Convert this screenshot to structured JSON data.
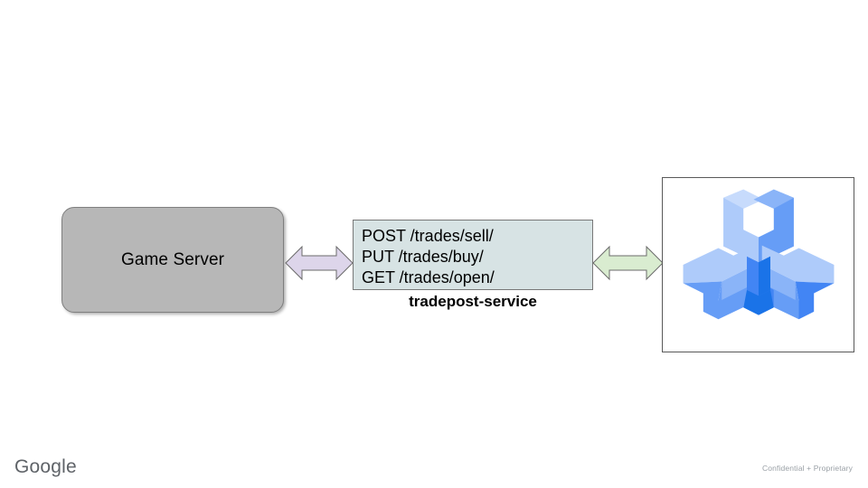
{
  "slide": {
    "background_color": "#ffffff",
    "nodes": {
      "game_server": {
        "label": "Game Server",
        "fill_color": "#b7b7b7",
        "border_color": "#7f7f7f"
      },
      "service": {
        "api_lines": [
          "POST /trades/sell/",
          "PUT /trades/buy/",
          "GET /trades/open/"
        ],
        "name": "tradepost-service",
        "fill_color": "#d7e3e4",
        "border_color": "#787878"
      },
      "logo_panel": {
        "icon": "agones-logo-icon",
        "border_color": "#595959",
        "colors": {
          "light": "#aecbfa",
          "medium": "#669df6",
          "dark": "#4285f4",
          "deep": "#1a73e8"
        }
      }
    },
    "connectors": [
      {
        "name": "game-server-to-service",
        "style": "double-headed-arrow",
        "fill_color": "#ddd5ea",
        "border_color": "#6b6b6b"
      },
      {
        "name": "service-to-agones",
        "style": "double-headed-arrow",
        "fill_color": "#d9ecd0",
        "border_color": "#6b6b6b"
      }
    ]
  },
  "footer": {
    "brand": "Google",
    "confidentiality": "Confidential + Proprietary"
  }
}
